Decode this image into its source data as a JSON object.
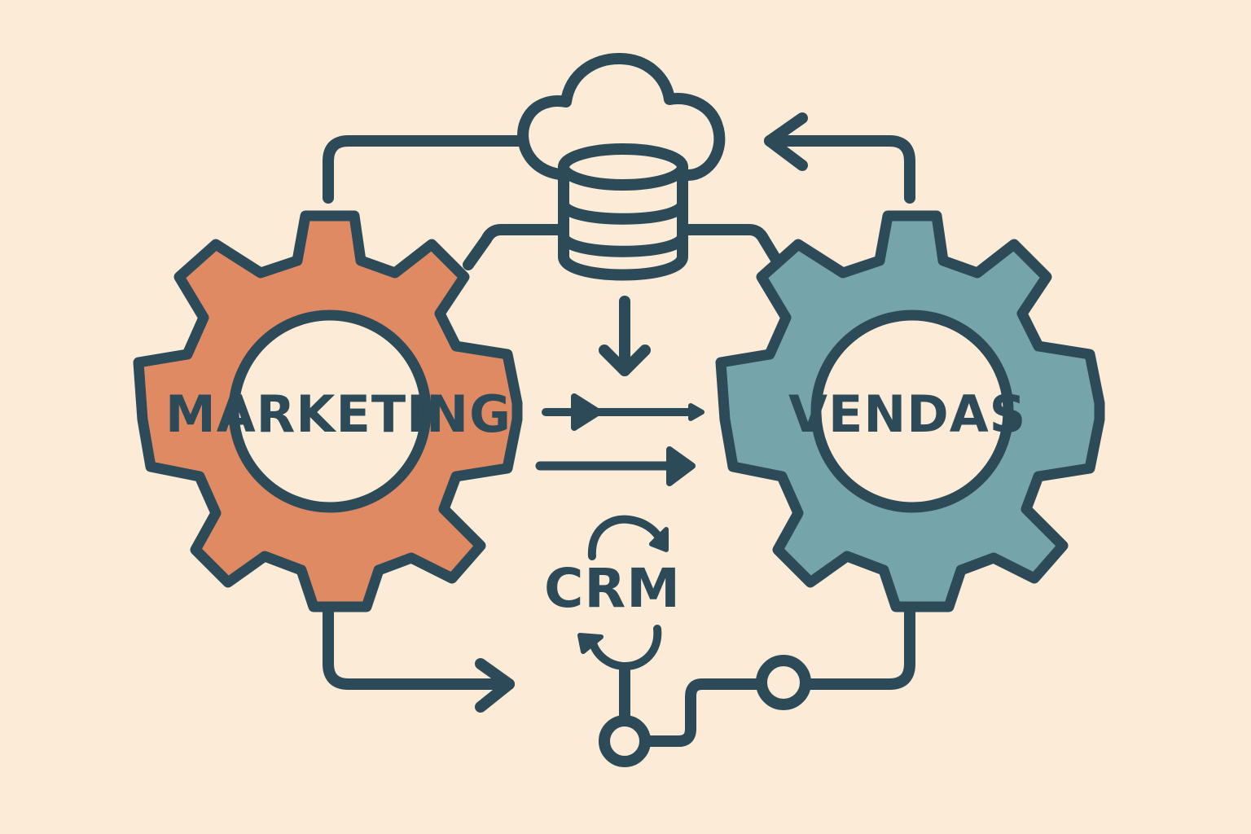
{
  "diagram": {
    "colors": {
      "background": "#fcebd7",
      "stroke": "#2d4a58",
      "marketing_gear": "#e08a63",
      "vendas_gear": "#75a5ab",
      "highlight_text": "#fcebd7"
    },
    "nodes": {
      "marketing": {
        "label": "MARKETING",
        "icon": "gear-icon"
      },
      "vendas": {
        "label": "VENDAS",
        "icon": "gear-icon"
      },
      "crm": {
        "label": "CRM",
        "icon": "cycle-arrows-icon"
      },
      "cloud": {
        "icon": "cloud-icon"
      },
      "database": {
        "icon": "database-icon"
      }
    },
    "connectors": [
      {
        "from": "marketing",
        "to": "cloud",
        "type": "line"
      },
      {
        "from": "vendas",
        "to": "cloud",
        "type": "arrow"
      },
      {
        "from": "marketing",
        "to": "database",
        "type": "line"
      },
      {
        "from": "vendas",
        "to": "database",
        "type": "line"
      },
      {
        "from": "database",
        "to": "center",
        "type": "arrow-down"
      },
      {
        "from": "marketing",
        "to": "vendas",
        "type": "arrow"
      },
      {
        "from": "marketing",
        "to": "vendas",
        "type": "arrow"
      },
      {
        "from": "marketing",
        "to": "crm",
        "type": "arrow"
      },
      {
        "from": "vendas",
        "to": "crm",
        "type": "node-line"
      }
    ]
  }
}
